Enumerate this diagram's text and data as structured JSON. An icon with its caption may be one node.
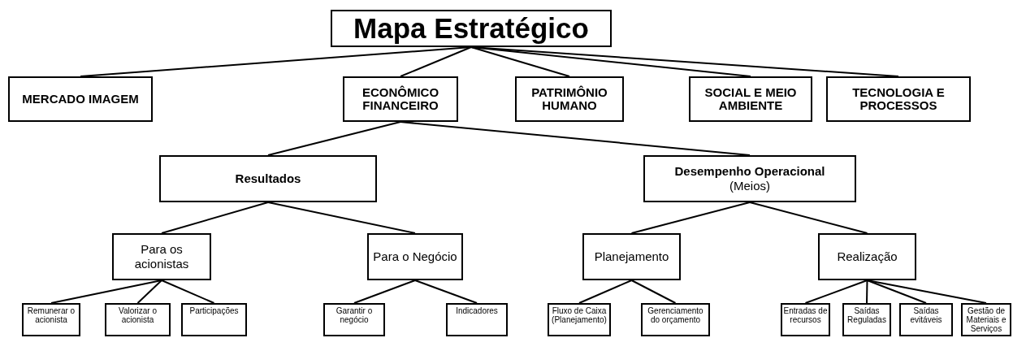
{
  "diagram": {
    "nodes": [
      {
        "text": [
          "Mapa Estratégico"
        ]
      },
      {
        "text": [
          "MERCADO IMAGEM"
        ]
      },
      {
        "text": [
          "ECONÔMICO FINANCEIRO"
        ]
      },
      {
        "text": [
          "PATRIMÔNIO HUMANO"
        ]
      },
      {
        "text": [
          "SOCIAL E MEIO AMBIENTE"
        ]
      },
      {
        "text": [
          "TECNOLOGIA E PROCESSOS"
        ]
      },
      {
        "text": [
          "Resultados"
        ]
      },
      {
        "text": [
          "Desempenho Operacional",
          "(Meios)"
        ]
      },
      {
        "text": [
          "Para os acionistas"
        ]
      },
      {
        "text": [
          "Para o Negócio"
        ]
      },
      {
        "text": [
          "Planejamento"
        ]
      },
      {
        "text": [
          "Realização"
        ]
      },
      {
        "text": [
          "Remunerar o acionista"
        ]
      },
      {
        "text": [
          "Valorizar o acionista"
        ]
      },
      {
        "text": [
          "Participações"
        ]
      },
      {
        "text": [
          "Garantir o negócio"
        ]
      },
      {
        "text": [
          "Indicadores"
        ]
      },
      {
        "text": [
          "Fluxo de Caixa (Planejamento)"
        ]
      },
      {
        "text": [
          "Gerenciamento do orçamento"
        ]
      },
      {
        "text": [
          "Entradas de recursos"
        ]
      },
      {
        "text": [
          "Saídas Reguladas"
        ]
      },
      {
        "text": [
          "Saídas evitáveis"
        ]
      },
      {
        "text": [
          "Gestão de Materiais e Serviços"
        ]
      }
    ],
    "edges": [
      {
        "from": 0,
        "to": 1,
        "arrow": "none"
      },
      {
        "from": 0,
        "to": 2,
        "arrow": "none"
      },
      {
        "from": 0,
        "to": 3,
        "arrow": "none"
      },
      {
        "from": 0,
        "to": 4,
        "arrow": "none"
      },
      {
        "from": 0,
        "to": 5,
        "arrow": "none"
      },
      {
        "from": 2,
        "to": 6,
        "arrow": "none"
      },
      {
        "from": 2,
        "to": 7,
        "arrow": "none"
      },
      {
        "from": 6,
        "to": 8,
        "arrow": "none"
      },
      {
        "from": 6,
        "to": 9,
        "arrow": "none"
      },
      {
        "from": 7,
        "to": 10,
        "arrow": "none"
      },
      {
        "from": 7,
        "to": 11,
        "arrow": "none"
      },
      {
        "from": 8,
        "to": 12,
        "arrow": "none"
      },
      {
        "from": 8,
        "to": 13,
        "arrow": "none"
      },
      {
        "from": 8,
        "to": 14,
        "arrow": "none"
      },
      {
        "from": 9,
        "to": 15,
        "arrow": "none"
      },
      {
        "from": 9,
        "to": 16,
        "arrow": "none"
      },
      {
        "from": 10,
        "to": 17,
        "arrow": "none"
      },
      {
        "from": 10,
        "to": 18,
        "arrow": "none"
      },
      {
        "from": 11,
        "to": 19,
        "arrow": "none"
      },
      {
        "from": 11,
        "to": 20,
        "arrow": "none"
      },
      {
        "from": 11,
        "to": 21,
        "arrow": "none"
      },
      {
        "from": 11,
        "to": 22,
        "arrow": "none"
      }
    ]
  }
}
